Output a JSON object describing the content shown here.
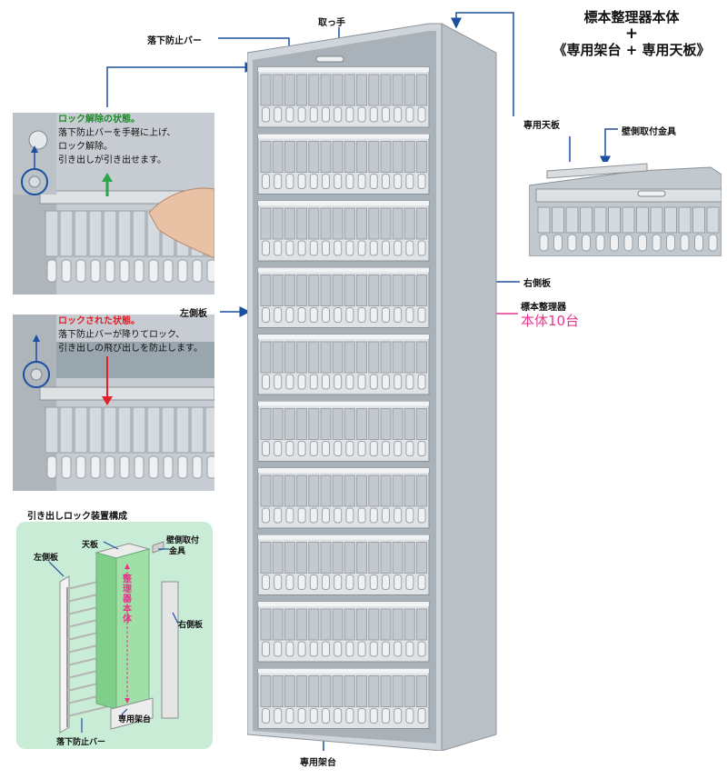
{
  "title": {
    "line1": "標本整理器本体",
    "line2": "+",
    "line3": "《専用架台 + 専用天板》"
  },
  "labels": {
    "handle": "取っ手",
    "fall_bar": "落下防止バー",
    "dedicated_top": "専用天板",
    "wall_fitting": "壁側取付金具",
    "right_panel": "右側板",
    "left_panel": "左側板",
    "stand": "専用架台"
  },
  "count": {
    "sub": "標本整理器",
    "main": "本体10台"
  },
  "unlock_note": {
    "heading": "ロック解除の状態。",
    "line1": "落下防止バーを手軽に上げ、",
    "line2": "ロック解除。",
    "line3": "引き出しが引き出せます。"
  },
  "lock_note": {
    "heading": "ロックされた状態。",
    "line1": "落下防止バーが降りてロック、",
    "line2": "引き出しの飛び出しを防止します。"
  },
  "diagram": {
    "title": "引き出しロック装置構成",
    "top_plate": "天板",
    "wall_fitting_1": "壁側取付",
    "wall_fitting_2": "金具",
    "left_panel": "左側板",
    "right_panel": "右側板",
    "body": "整理器本体",
    "stand": "専用架台",
    "fall_bar": "落下防止バー"
  },
  "colors": {
    "blue": "#1b4fa0",
    "pink": "#e8368f",
    "green": "#1f8a2a",
    "red": "#e0202a",
    "diagram_bg": "#c8ecd6"
  }
}
